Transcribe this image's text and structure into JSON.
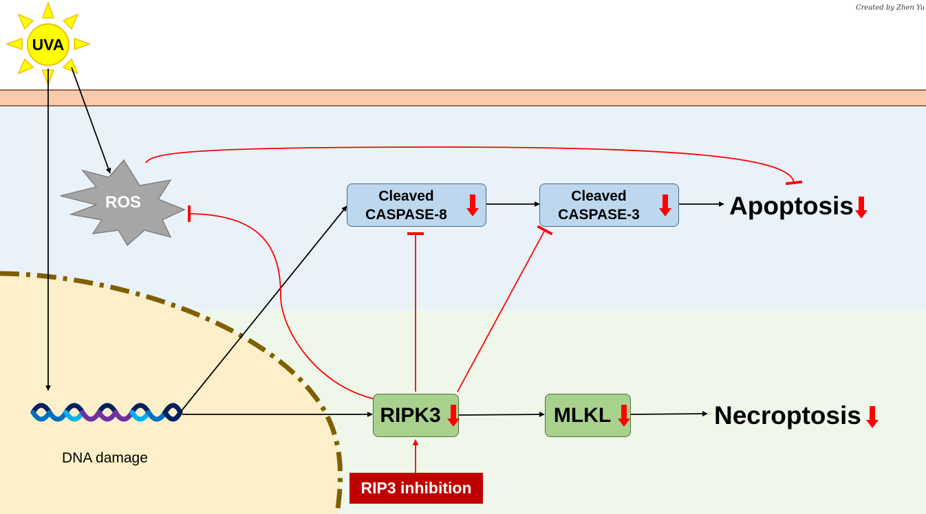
{
  "credit": "Created by Zhen Yu",
  "nodes": {
    "uva": "UVA",
    "ros": "ROS",
    "dna": "DNA damage",
    "caspase8": {
      "line1": "Cleaved",
      "line2": "CASPASE-8"
    },
    "caspase3": {
      "line1": "Cleaved",
      "line2": "CASPASE-3"
    },
    "ripk3": "RIPK3",
    "mlkl": "MLKL",
    "inhibition": "RIP3 inhibition",
    "apoptosis": "Apoptosis",
    "necroptosis": "Necroptosis"
  },
  "colors": {
    "activation": "#000000",
    "inhibition": "#ff0000",
    "membrane": "#f8cbad",
    "cytoplasm": "#e8f0f8",
    "nucleus": "#fdeec7",
    "caspase_box": "#bdd7ee",
    "necroptosis_box": "#a9d18e",
    "inhibitor_box": "#c00000"
  },
  "icons": {
    "sun": "sun-icon",
    "ros": "starburst-icon",
    "dna": "dna-helix-icon",
    "decrease": "down-arrow-icon"
  }
}
